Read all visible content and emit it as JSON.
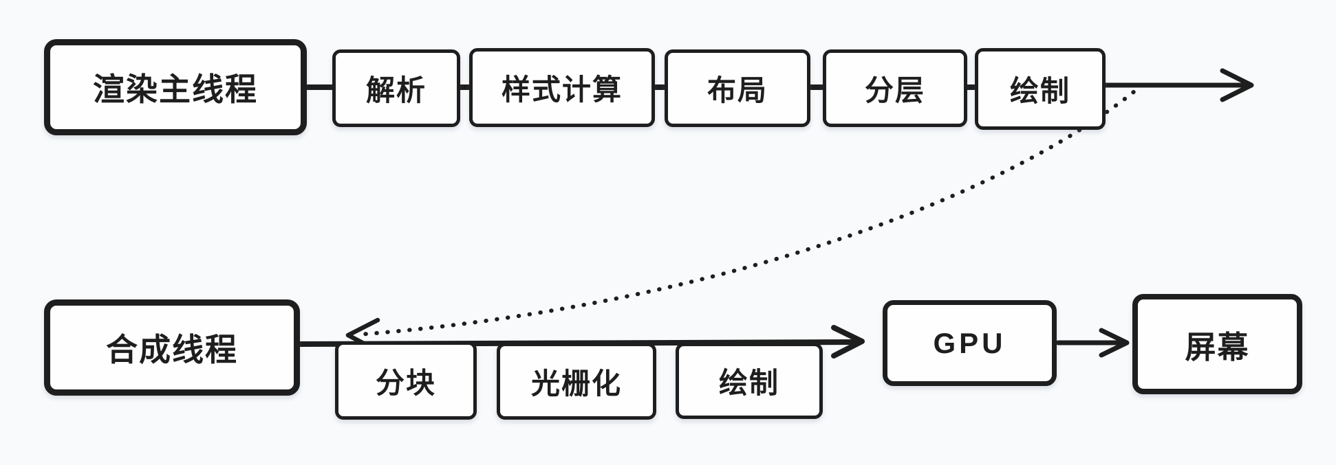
{
  "colors": {
    "stroke": "#1e1e1e",
    "canvas-bg": "#f8fafc",
    "box-fill": "#fefefe"
  },
  "diagram": {
    "main_thread": {
      "label": "渲染主线程",
      "stages": [
        {
          "label": "解析"
        },
        {
          "label": "样式计算"
        },
        {
          "label": "布局"
        },
        {
          "label": "分层"
        },
        {
          "label": "绘制"
        }
      ]
    },
    "compositor_thread": {
      "label": "合成线程",
      "stages": [
        {
          "label": "分块"
        },
        {
          "label": "光栅化"
        },
        {
          "label": "绘制"
        }
      ]
    },
    "gpu": {
      "label": "GPU"
    },
    "screen": {
      "label": "屏幕"
    }
  }
}
